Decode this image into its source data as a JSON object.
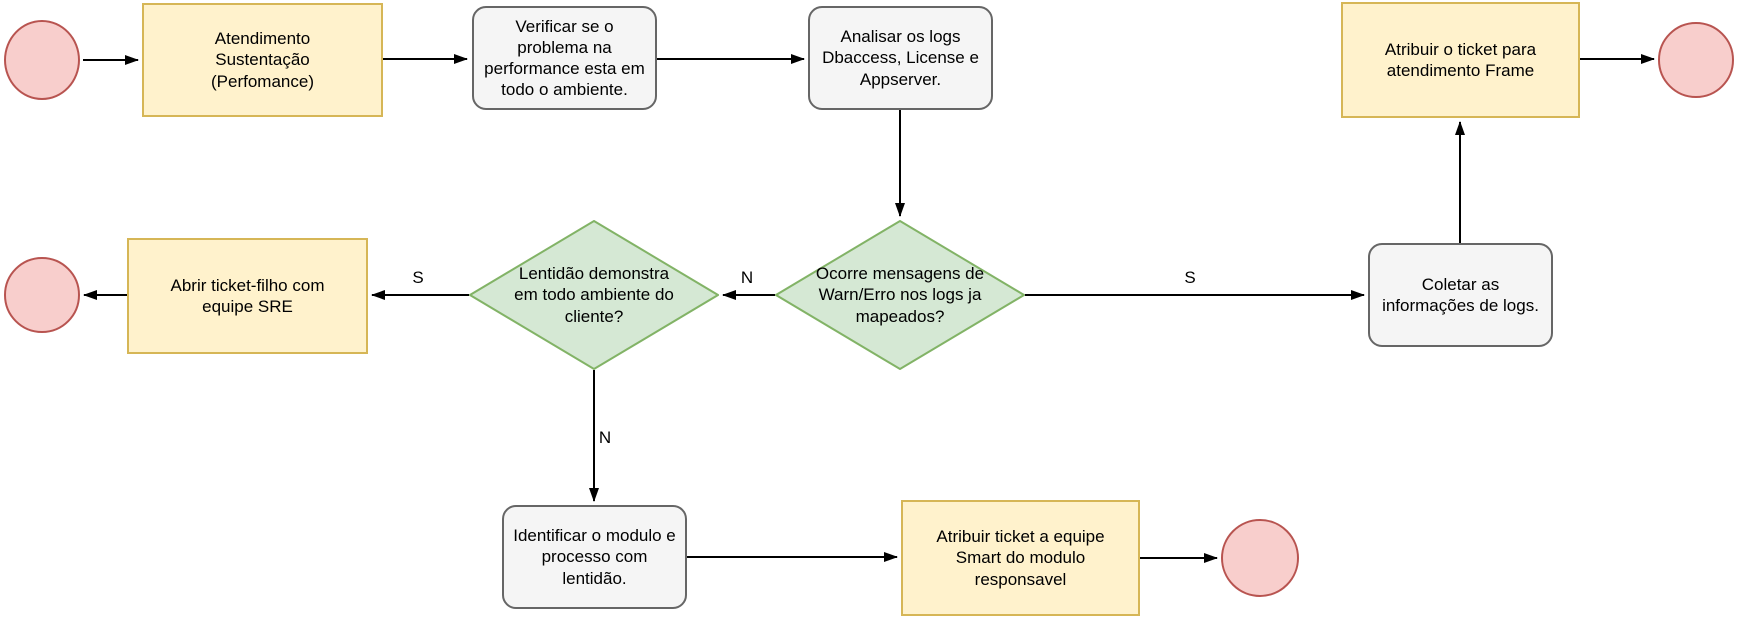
{
  "colors": {
    "task_fill": "#FFF2CC",
    "task_stroke": "#D6B656",
    "process_fill": "#F5F5F5",
    "process_stroke": "#666666",
    "decision_fill": "#D5E8D4",
    "decision_stroke": "#82B366",
    "terminal_fill": "#F8CECC",
    "terminal_stroke": "#B85450",
    "edge": "#000000"
  },
  "nodes": {
    "start": {
      "type": "start-terminal",
      "label": ""
    },
    "atendimento": {
      "type": "task",
      "label": "Atendimento Sustentação (Perfomance)"
    },
    "verificar": {
      "type": "process",
      "label": "Verificar se o problema na performance esta em todo o ambiente."
    },
    "analisar": {
      "type": "process",
      "label": "Analisar os logs Dbaccess, License e Appserver."
    },
    "atribuir_frame": {
      "type": "task",
      "label": "Atribuir o ticket para atendimento Frame"
    },
    "end_top": {
      "type": "end-terminal",
      "label": ""
    },
    "end_left": {
      "type": "end-terminal",
      "label": ""
    },
    "abrir_sre": {
      "type": "task",
      "label": "Abrir ticket-filho com equipe SRE"
    },
    "lentidao": {
      "type": "decision",
      "label": "Lentidão demonstra em todo ambiente do cliente?"
    },
    "ocorre": {
      "type": "decision",
      "label": "Ocorre mensagens de Warn/Erro nos logs ja mapeados?"
    },
    "coletar": {
      "type": "process",
      "label": "Coletar as informações de logs."
    },
    "identificar": {
      "type": "process",
      "label": "Identificar o modulo e processo com lentidão."
    },
    "atribuir_smart": {
      "type": "task",
      "label": "Atribuir ticket a equipe Smart do modulo responsavel"
    },
    "end_bottom": {
      "type": "end-terminal",
      "label": ""
    }
  },
  "edges": [
    {
      "from": "start",
      "to": "atendimento",
      "label": ""
    },
    {
      "from": "atendimento",
      "to": "verificar",
      "label": ""
    },
    {
      "from": "verificar",
      "to": "analisar",
      "label": ""
    },
    {
      "from": "analisar",
      "to": "ocorre",
      "label": ""
    },
    {
      "from": "ocorre",
      "to": "coletar",
      "label": "S"
    },
    {
      "from": "coletar",
      "to": "atribuir_frame",
      "label": ""
    },
    {
      "from": "atribuir_frame",
      "to": "end_top",
      "label": ""
    },
    {
      "from": "ocorre",
      "to": "lentidao",
      "label": "N"
    },
    {
      "from": "lentidao",
      "to": "abrir_sre",
      "label": "S"
    },
    {
      "from": "abrir_sre",
      "to": "end_left",
      "label": ""
    },
    {
      "from": "lentidao",
      "to": "identificar",
      "label": "N"
    },
    {
      "from": "identificar",
      "to": "atribuir_smart",
      "label": ""
    },
    {
      "from": "atribuir_smart",
      "to": "end_bottom",
      "label": ""
    }
  ]
}
